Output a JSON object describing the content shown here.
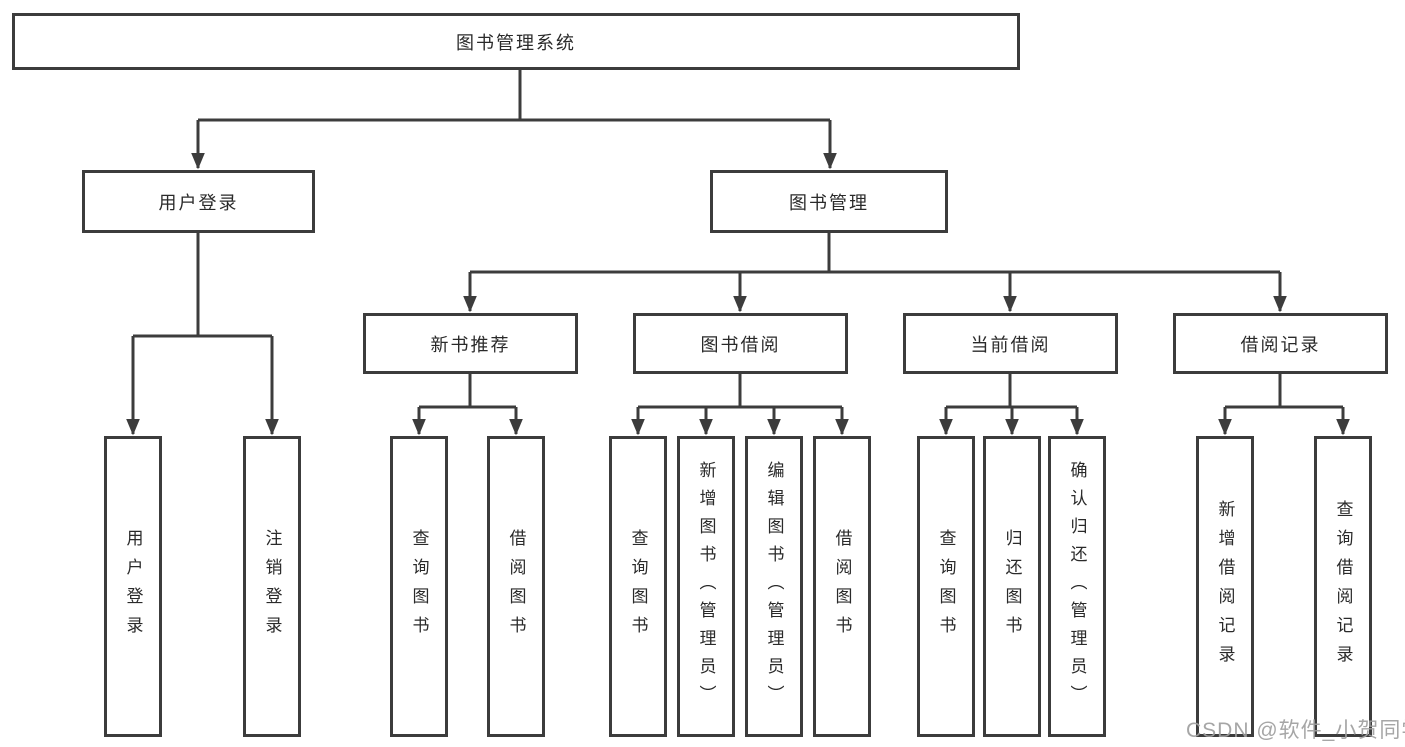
{
  "tree": {
    "root": {
      "label": "图书管理系统"
    },
    "branches": [
      {
        "label": "用户登录",
        "children": [
          {
            "label": "用户登录"
          },
          {
            "label": "注销登录"
          }
        ]
      },
      {
        "label": "图书管理",
        "children": [
          {
            "label": "新书推荐",
            "children": [
              {
                "label": "查询图书"
              },
              {
                "label": "借阅图书"
              }
            ]
          },
          {
            "label": "图书借阅",
            "children": [
              {
                "label": "查询图书"
              },
              {
                "label": "新增图书（管理员）"
              },
              {
                "label": "编辑图书（管理员）"
              },
              {
                "label": "借阅图书"
              }
            ]
          },
          {
            "label": "当前借阅",
            "children": [
              {
                "label": "查询图书"
              },
              {
                "label": "归还图书"
              },
              {
                "label": "确认归还（管理员）"
              }
            ]
          },
          {
            "label": "借阅记录",
            "children": [
              {
                "label": "新增借阅记录"
              },
              {
                "label": "查询借阅记录"
              }
            ]
          }
        ]
      }
    ]
  },
  "watermark": {
    "text": "CSDN @软件_小贺同学"
  },
  "colors": {
    "line": "#3c3c3c",
    "box_border": "#3c3c3c",
    "box_background": "#ffffff",
    "text": "#2a2a2a",
    "watermark": "#9e9e9e"
  }
}
